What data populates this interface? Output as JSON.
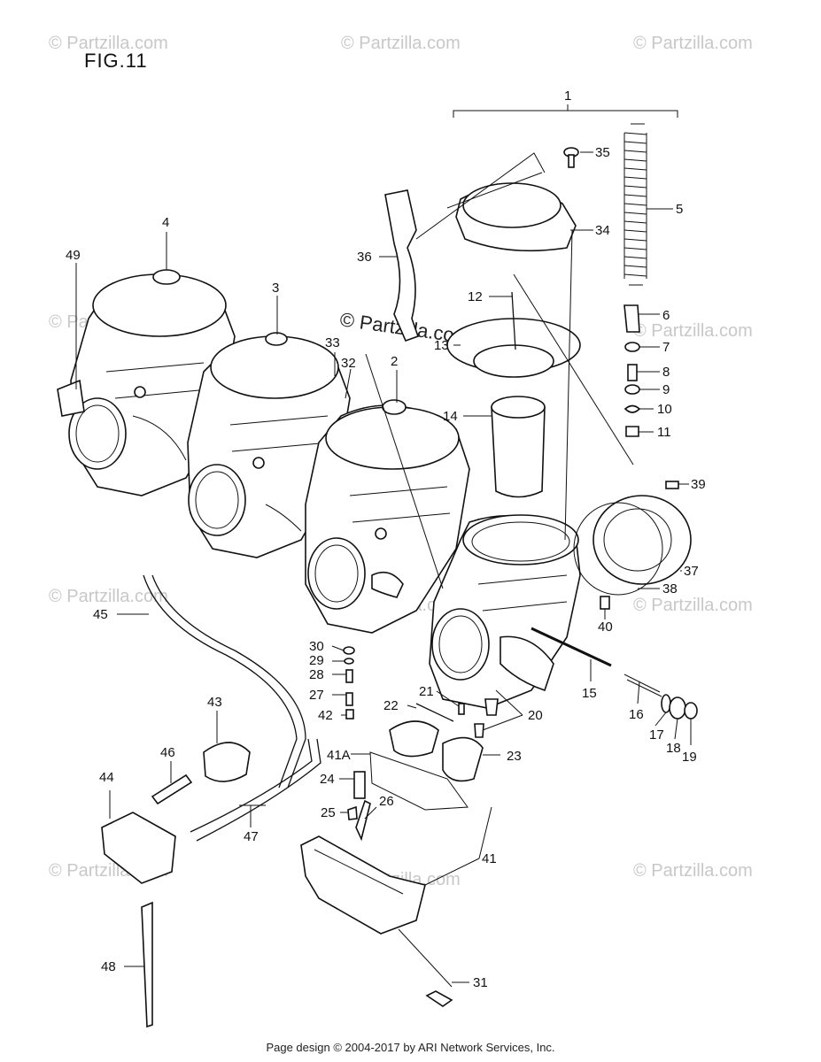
{
  "figure_title": "FIG.11",
  "watermark": "© Partzilla.com",
  "center_watermark": "© Partzilla.com",
  "footer": "Page design © 2004-2017 by ARI Network Services, Inc.",
  "callouts": {
    "c1": "1",
    "c2": "2",
    "c3": "3",
    "c4": "4",
    "c5": "5",
    "c6": "6",
    "c7": "7",
    "c8": "8",
    "c9": "9",
    "c10": "10",
    "c11": "11",
    "c12": "12",
    "c13": "13",
    "c14": "14",
    "c15": "15",
    "c16": "16",
    "c17": "17",
    "c18": "18",
    "c19": "19",
    "c20": "20",
    "c21": "21",
    "c22": "22",
    "c23": "23",
    "c24": "24",
    "c25": "25",
    "c26": "26",
    "c27": "27",
    "c28": "28",
    "c29": "29",
    "c30": "30",
    "c31": "31",
    "c32": "32",
    "c33": "33",
    "c34": "34",
    "c35": "35",
    "c36": "36",
    "c37": "37",
    "c38": "38",
    "c39": "39",
    "c40": "40",
    "c41": "41",
    "c41a": "41A",
    "c42": "42",
    "c43": "43",
    "c44": "44",
    "c45": "45",
    "c46": "46",
    "c47": "47",
    "c48": "48",
    "c49": "49"
  }
}
